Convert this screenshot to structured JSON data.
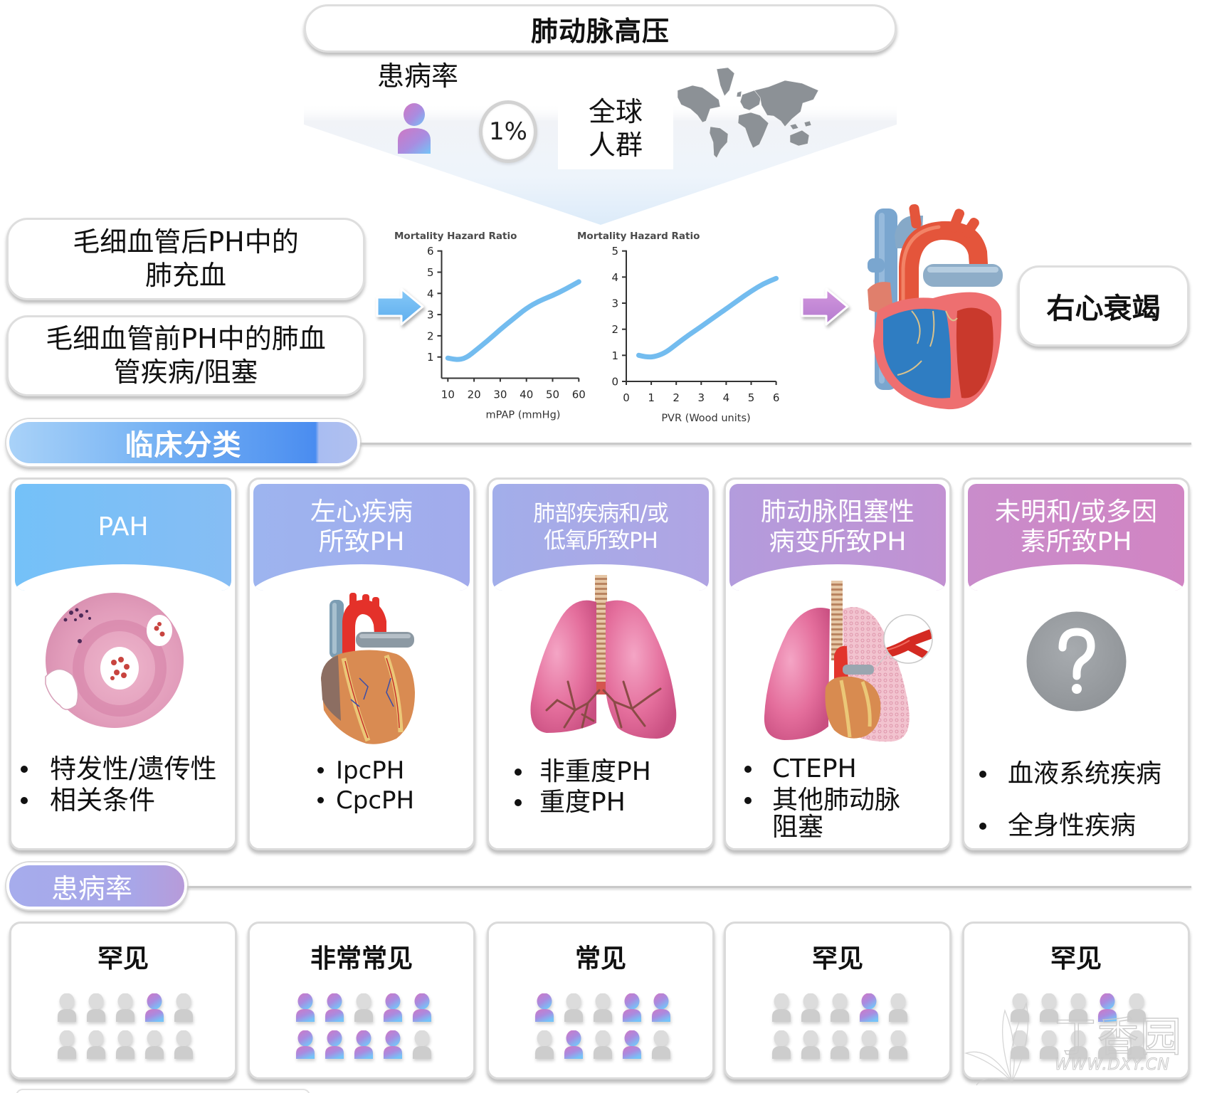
{
  "header": {
    "title": "肺动脉高压"
  },
  "global_prevalence": {
    "label": "患病率",
    "value": "1%",
    "population_lines": [
      "全球",
      "人群"
    ],
    "icons": {
      "person": "person-icon",
      "map": "world-map-icon"
    }
  },
  "causes": [
    {
      "lines": [
        "毛细血管后PH中的",
        "肺充血"
      ]
    },
    {
      "lines": [
        "毛细血管前PH中的肺血",
        "管疾病/阻塞"
      ]
    }
  ],
  "arrows": {
    "to_charts": "arrow-right-icon",
    "to_heart": "arrow-right-icon",
    "blue": "#6fbaf3",
    "purple": "#c287d5"
  },
  "outcome": {
    "label": "右心衰竭",
    "image": "heart-cross-section"
  },
  "sections": {
    "classification": "临床分类",
    "prevalence": "患病率"
  },
  "groups": [
    {
      "header_lines": [
        "PAH"
      ],
      "header_gradient": [
        "#74c1f8",
        "#86bdf4"
      ],
      "image": "lung-histology",
      "bullets": [
        {
          "lines": [
            "特发性/遗传性"
          ]
        },
        {
          "lines": [
            "相关条件"
          ]
        }
      ],
      "prevalence": {
        "label": "罕见",
        "icons": [
          0,
          0,
          0,
          1,
          0,
          0,
          0,
          0,
          0,
          0
        ]
      }
    },
    {
      "header_lines": [
        "左心疾病",
        "所致PH"
      ],
      "header_gradient": [
        "#9db4ef",
        "#a2abec"
      ],
      "image": "heart-exterior",
      "bullets": [
        {
          "lines": [
            "IpcPH"
          ]
        },
        {
          "lines": [
            "CpcPH"
          ]
        }
      ],
      "prevalence": {
        "label": "非常常见",
        "icons": [
          1,
          1,
          0,
          1,
          1,
          1,
          1,
          1,
          1,
          0
        ]
      }
    },
    {
      "header_lines": [
        "肺部疾病和/或",
        "低氧所致PH"
      ],
      "header_gradient": [
        "#a2aeea",
        "#b0a4e3"
      ],
      "image": "lungs",
      "bullets": [
        {
          "lines": [
            "非重度PH"
          ]
        },
        {
          "lines": [
            "重度PH"
          ]
        }
      ],
      "prevalence": {
        "label": "常见",
        "icons": [
          1,
          0,
          0,
          1,
          1,
          0,
          1,
          0,
          1,
          0
        ]
      }
    },
    {
      "header_lines": [
        "肺动脉阻塞性",
        "病变所致PH"
      ],
      "header_gradient": [
        "#b39cdd",
        "#c291d2"
      ],
      "image": "lungs-with-thrombus",
      "bullets": [
        {
          "lines": [
            "CTEPH"
          ]
        },
        {
          "lines": [
            "其他肺动脉",
            "阻塞"
          ]
        }
      ],
      "prevalence": {
        "label": "罕见",
        "icons": [
          0,
          0,
          0,
          1,
          0,
          0,
          0,
          0,
          0,
          0
        ]
      }
    },
    {
      "header_lines": [
        "未明和/或多因",
        "素所致PH"
      ],
      "header_gradient": [
        "#c98ccb",
        "#d185c3"
      ],
      "image": "question-mark",
      "bullets": [
        {
          "lines": [
            "血液系统疾病"
          ]
        },
        {
          "lines": [
            "全身性疾病"
          ]
        }
      ],
      "prevalence": {
        "label": "罕见",
        "icons": [
          0,
          0,
          0,
          1,
          0,
          0,
          0,
          0,
          0,
          0
        ]
      }
    }
  ],
  "colors": {
    "affected_top": "#d078c4",
    "affected_bottom": "#76c3f8",
    "unaffected_head": "#dcdcdc",
    "unaffected_body": "#cdcdcd"
  },
  "watermark": {
    "brand": "丁香园",
    "url": "WWW.DXY.CN"
  },
  "chart_data": [
    {
      "type": "line",
      "title": "",
      "ylabel": "Mortality Hazard Ratio",
      "xlabel": "mPAP (mmHg)",
      "x": [
        10,
        12,
        14,
        16,
        18,
        20,
        25,
        30,
        35,
        40,
        45,
        50,
        55,
        60
      ],
      "series": [
        {
          "name": "Mortality Hazard Ratio",
          "values": [
            0.95,
            0.9,
            0.88,
            0.92,
            1.05,
            1.25,
            1.75,
            2.3,
            2.8,
            3.3,
            3.65,
            3.9,
            4.2,
            4.55
          ]
        }
      ],
      "xticks": [
        10,
        20,
        30,
        40,
        50,
        60
      ],
      "yticks": [
        1,
        2,
        3,
        4,
        5,
        6
      ],
      "xlim": [
        7.6,
        60
      ],
      "ylim": [
        0,
        6
      ],
      "grid": false,
      "legend": "none",
      "line_color": "#6cb8ee"
    },
    {
      "type": "line",
      "title": "",
      "ylabel": "Mortality Hazard Ratio",
      "xlabel": "PVR (Wood units)",
      "x": [
        0.5,
        0.85,
        1.2,
        1.6,
        2,
        2.5,
        3,
        3.5,
        4,
        4.5,
        5,
        5.5,
        6
      ],
      "series": [
        {
          "name": "Mortality Hazard Ratio",
          "values": [
            1.0,
            0.92,
            0.96,
            1.12,
            1.42,
            1.78,
            2.1,
            2.45,
            2.78,
            3.13,
            3.46,
            3.75,
            3.95
          ]
        }
      ],
      "xticks": [
        0,
        1,
        2,
        3,
        4,
        5,
        6
      ],
      "yticks": [
        0,
        1,
        2,
        3,
        4,
        5
      ],
      "xlim": [
        0,
        6
      ],
      "ylim": [
        0,
        5
      ],
      "grid": false,
      "legend": "none",
      "line_color": "#6cb8ee"
    }
  ]
}
